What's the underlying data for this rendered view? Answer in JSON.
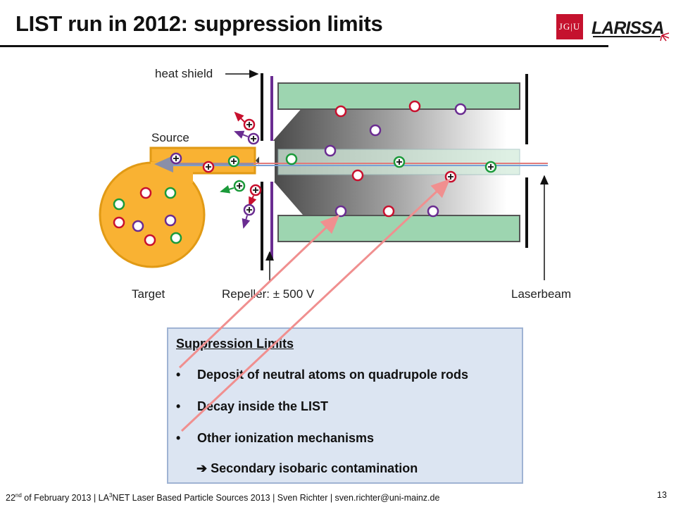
{
  "slide": {
    "title": "LIST run in 2012: suppression limits",
    "page_number": "13"
  },
  "logos": {
    "jgu": "JG|U",
    "larissa": "LARISSA"
  },
  "diagram": {
    "labels": {
      "heat_shield": "heat shield",
      "source": "Source",
      "target": "Target",
      "repeller": "Repeller: ± 500 V",
      "laserbeam": "Laserbeam"
    },
    "colors": {
      "target": "#f9b233",
      "rods": "#9dd5b0",
      "red_particle": "#c8102e",
      "green_particle": "#1b9a3a",
      "purple_particle": "#6a2c91",
      "pointer_arrow": "#f08f8f"
    }
  },
  "info_box": {
    "heading": "Suppression Limits",
    "bullets": [
      "Deposit of neutral atoms on quadrupole rods",
      "Decay inside the LIST",
      "Other ionization mechanisms"
    ],
    "bullet_symbol": "•",
    "conclusion_arrow": "➔",
    "conclusion": "Secondary isobaric contamination"
  },
  "footer": {
    "date_day": "22",
    "date_suffix": "nd",
    "date_rest": " of February 2013 | LA",
    "net_sup": "3",
    "rest": "NET Laser Based Particle Sources 2013 | Sven Richter | sven.richter@uni-mainz.de"
  }
}
